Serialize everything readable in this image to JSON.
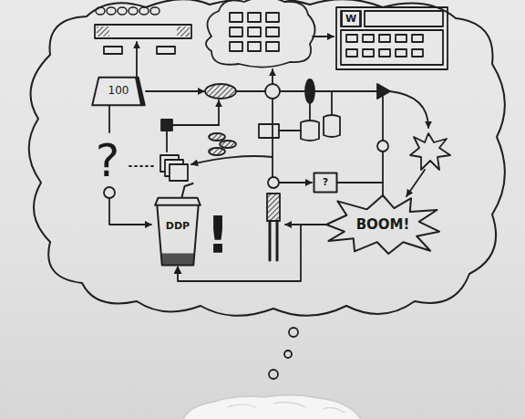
{
  "diagram": {
    "nodes": [
      {
        "text": [
          "100"
        ]
      },
      {
        "text": [
          "?"
        ]
      },
      {
        "text": [
          "BOOM!"
        ]
      },
      {
        "text": [
          "DDP"
        ]
      }
    ],
    "edges": [
      {
        "from": 2,
        "to": 3,
        "arrow": "to"
      },
      {
        "from": 1,
        "to": 2,
        "arrow": "none"
      }
    ],
    "labels": [
      "W",
      "?",
      "!"
    ]
  }
}
